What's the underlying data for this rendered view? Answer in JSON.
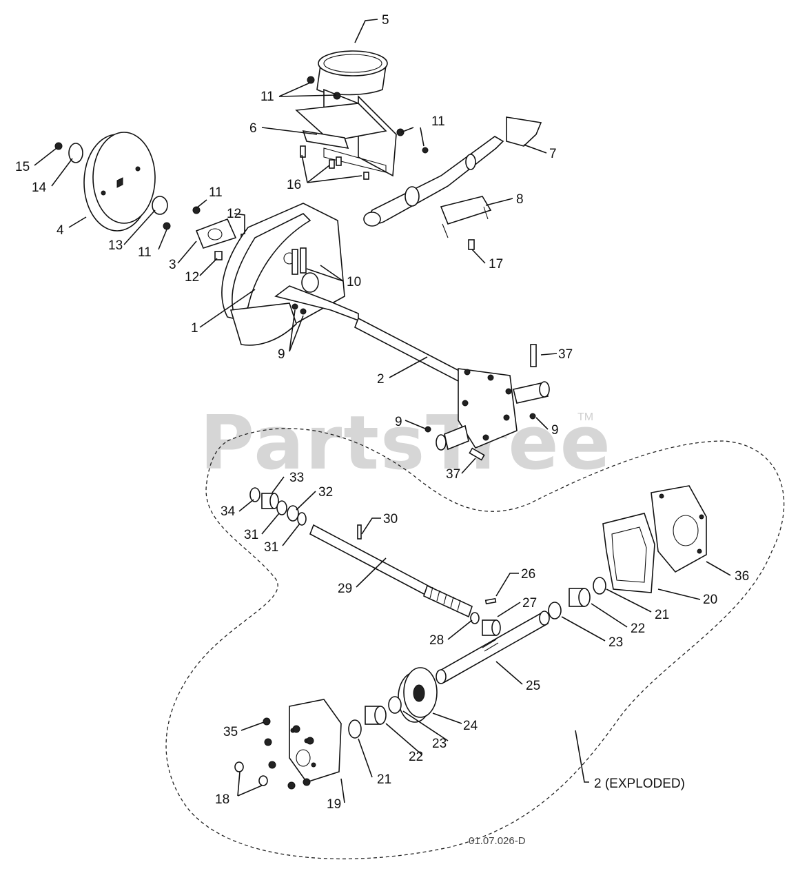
{
  "watermark": {
    "brand": "PartsTree",
    "trademark": "TM"
  },
  "diagram_code": "01.07.026-D",
  "exploded_label": "2 (EXPLODED)",
  "callouts": {
    "c1": "1",
    "c2": "2",
    "c3": "3",
    "c4": "4",
    "c5": "5",
    "c6": "6",
    "c7": "7",
    "c8": "8",
    "c9a": "9",
    "c9b": "9",
    "c9c": "9",
    "c10": "10",
    "c11a": "11",
    "c11b": "11",
    "c11c": "11",
    "c11d": "11",
    "c12a": "12",
    "c12b": "12",
    "c13": "13",
    "c14": "14",
    "c15": "15",
    "c16": "16",
    "c17": "17",
    "c18": "18",
    "c19": "19",
    "c20": "20",
    "c21a": "21",
    "c21b": "21",
    "c22a": "22",
    "c22b": "22",
    "c23a": "23",
    "c23b": "23",
    "c24": "24",
    "c25": "25",
    "c26": "26",
    "c27": "27",
    "c28": "28",
    "c29": "29",
    "c30": "30",
    "c31a": "31",
    "c31b": "31",
    "c32": "32",
    "c33": "33",
    "c34": "34",
    "c35": "35",
    "c36": "36",
    "c37a": "37",
    "c37b": "37"
  }
}
